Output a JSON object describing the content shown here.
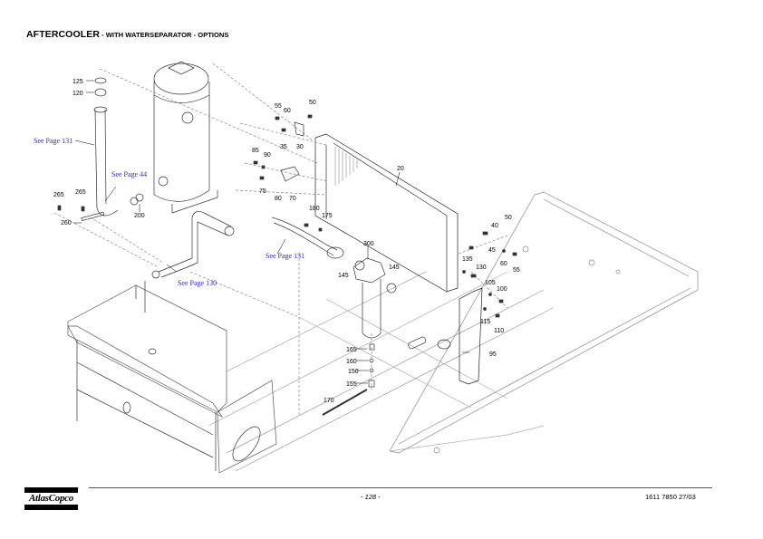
{
  "header": {
    "title_main": "AFTERCOOLER",
    "title_sub": " - WITH WATERSEPARATOR - OPTIONS"
  },
  "drawing": {
    "callouts": [
      "125",
      "120",
      "265",
      "265",
      "260",
      "200",
      "55",
      "60",
      "50",
      "35",
      "30",
      "85",
      "90",
      "75",
      "80",
      "70",
      "20",
      "180",
      "175",
      "300",
      "145",
      "145",
      "40",
      "50",
      "45",
      "60",
      "55",
      "135",
      "130",
      "105",
      "100",
      "115",
      "110",
      "95",
      "165",
      "160",
      "150",
      "155",
      "170"
    ],
    "references": [
      {
        "id": "ref-tube-upper",
        "label": "See Page 131"
      },
      {
        "id": "ref-oring",
        "label": "See Page 44"
      },
      {
        "id": "ref-pipe-right",
        "label": "See Page 131"
      },
      {
        "id": "ref-pipe-lower",
        "label": "See Page 130"
      }
    ]
  },
  "footer": {
    "logo_text": "AtlasCopco",
    "page_number": "- 128 -",
    "document_code": "1611 7850 27/03"
  }
}
